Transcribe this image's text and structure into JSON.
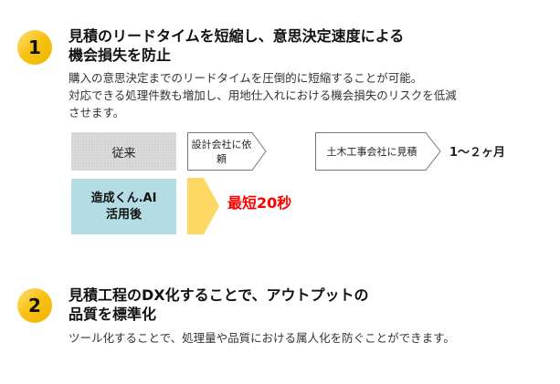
{
  "sections": [
    {
      "number": "1",
      "title_line1": "見積のリードタイムを短縮し、意思決定速度による",
      "title_line2": "機会損失を防止",
      "body_lines": [
        "購入の意思決定までのリードタイムを圧倒的に短縮することが可能。",
        "対応できる処理件数も増加し、用地仕入れにおける機会損失のリスクを低減",
        "させます。"
      ]
    },
    {
      "number": "2",
      "title_line1": "見積工程のDX化することで、アウトプットの",
      "title_line2": "品質を標準化",
      "body_lines": [
        "ツール化することで、処理量や品質における属人化を防ぐことができます。"
      ]
    }
  ],
  "comparison": {
    "before_label": "従来",
    "steps": [
      "設計会社に依頼",
      "土木工事会社に見積"
    ],
    "before_duration": "1～２ヶ月",
    "after_label_line1": "造成くん.AI",
    "after_label_line2": "活用後",
    "after_duration": "最短20秒"
  },
  "colors": {
    "accent_yellow": "#f7c316",
    "arrow_yellow": "#fdd865",
    "after_blue": "#b3dde2",
    "highlight_red": "#ff0000"
  }
}
